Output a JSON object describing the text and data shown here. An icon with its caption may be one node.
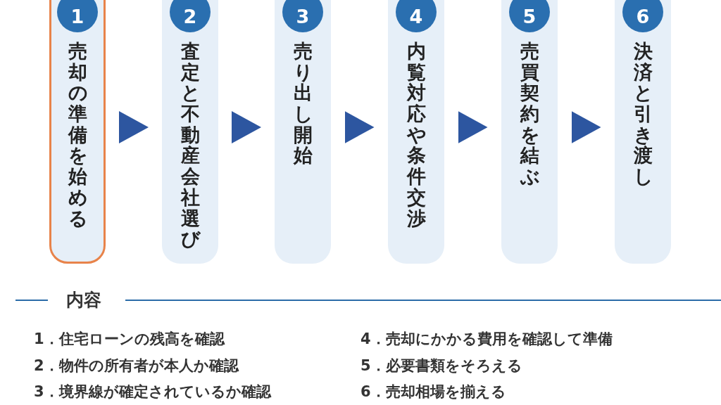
{
  "diagram": {
    "nodes": [
      {
        "text": [
          "1",
          "売却の準備を始める"
        ]
      },
      {
        "text": [
          "2",
          "査定と不動産会社選び"
        ]
      },
      {
        "text": [
          "3",
          "売り出し開始"
        ]
      },
      {
        "text": [
          "4",
          "内覧対応や条件交渉"
        ]
      },
      {
        "text": [
          "5",
          "売買契約を結ぶ"
        ]
      },
      {
        "text": [
          "6",
          "決済と引き渡し"
        ]
      }
    ],
    "edges": [
      {
        "from": 0,
        "to": 1,
        "arrow": "to"
      },
      {
        "from": 1,
        "to": 2,
        "arrow": "to"
      },
      {
        "from": 2,
        "to": 3,
        "arrow": "to"
      },
      {
        "from": 3,
        "to": 4,
        "arrow": "to"
      },
      {
        "from": 4,
        "to": 5,
        "arrow": "to"
      }
    ],
    "labels": [
      "内容",
      "1．住宅ローンの残高を確認",
      "4．売却にかかる費用を確認して準備",
      "2．物件の所有者が本人か確認",
      "5．必要書類をそろえる",
      "3．境界線が確定されているか確認",
      "6．売却相場を揃える"
    ]
  }
}
